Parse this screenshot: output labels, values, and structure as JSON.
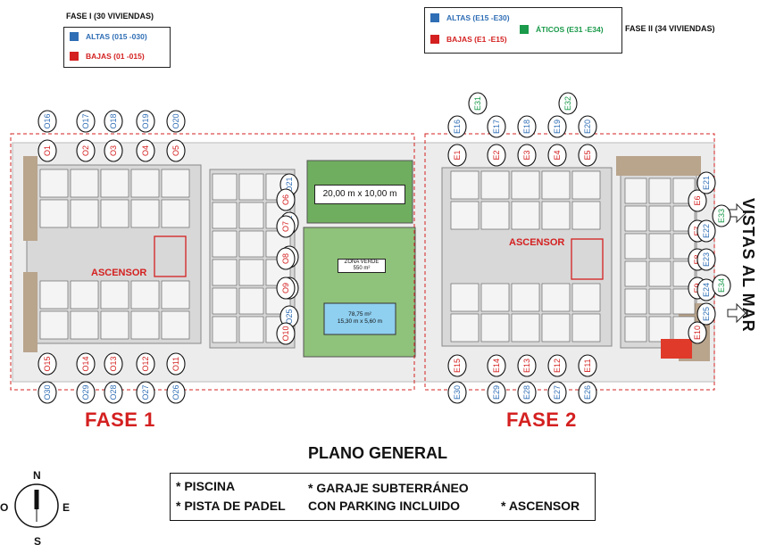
{
  "legend_fase1": {
    "title": "FASE I (30 VIVIENDAS)",
    "items": [
      {
        "label": "ALTAS (015 -030)",
        "color": "#2f6eb5"
      },
      {
        "label": "BAJAS (01 -015)",
        "color": "#d42020"
      }
    ]
  },
  "legend_fase2": {
    "title": "FASE II (34 VIVIENDAS)",
    "items": [
      {
        "label": "ALTAS (E15 -E30)",
        "color": "#2f6eb5"
      },
      {
        "label": "BAJAS (E1 -E15)",
        "color": "#d42020"
      },
      {
        "label": "ÁTICOS (E31 -E34)",
        "color": "#1a9a4a"
      }
    ]
  },
  "fase1_label": "FASE 1",
  "fase2_label": "FASE 2",
  "ascensor_label": "ASCENSOR",
  "pool": {
    "dims_top": "20,00 m x 10,00 m",
    "area": "78,75 m²",
    "dims": "15,30 m x 5,60 m"
  },
  "zona_verde": {
    "name": "ZONA VERDE",
    "area": "550 m²"
  },
  "title": "PLANO GENERAL",
  "features": [
    "* PISCINA",
    "* PISTA DE PADEL",
    "* GARAJE SUBTERRÁNEO",
    "CON PARKING INCLUIDO",
    "* ASCENSOR"
  ],
  "compass": {
    "n": "N",
    "s": "S",
    "e": "E",
    "o": "O"
  },
  "vistas": "VISTAS AL MAR",
  "colors": {
    "red": "#d42020",
    "blue": "#2f6eb5",
    "green": "#1a9a4a"
  },
  "units": {
    "f1_top_upper": [
      "O16",
      "O17",
      "O18",
      "O19",
      "O20"
    ],
    "f1_top_lower": [
      "O1",
      "O2",
      "O3",
      "O4",
      "O5"
    ],
    "f1_right_blue": [
      "O21",
      "O22",
      "O23",
      "O24",
      "O25"
    ],
    "f1_right_red": [
      "O6",
      "O7",
      "O8",
      "O9",
      "O10"
    ],
    "f1_bottom_red": [
      "O15",
      "O14",
      "O13",
      "O12",
      "O11"
    ],
    "f1_bottom_blue": [
      "O30",
      "O29",
      "O28",
      "O27",
      "O26"
    ],
    "f2_green_top": [
      "E31",
      "E32"
    ],
    "f2_top_blue": [
      "E16",
      "E17",
      "E18",
      "E19",
      "E20"
    ],
    "f2_top_red": [
      "E1",
      "E2",
      "E3",
      "E4",
      "E5"
    ],
    "f2_right_red": [
      "E6",
      "E7",
      "E8",
      "E9",
      "E10"
    ],
    "f2_right_blue": [
      "E21",
      "E22",
      "E23",
      "E24",
      "E25"
    ],
    "f2_right_green": [
      "E33",
      "E34"
    ],
    "f2_bottom_red": [
      "E15",
      "E14",
      "E13",
      "E12",
      "E11"
    ],
    "f2_bottom_blue": [
      "E30",
      "E29",
      "E28",
      "E27",
      "E26"
    ]
  }
}
